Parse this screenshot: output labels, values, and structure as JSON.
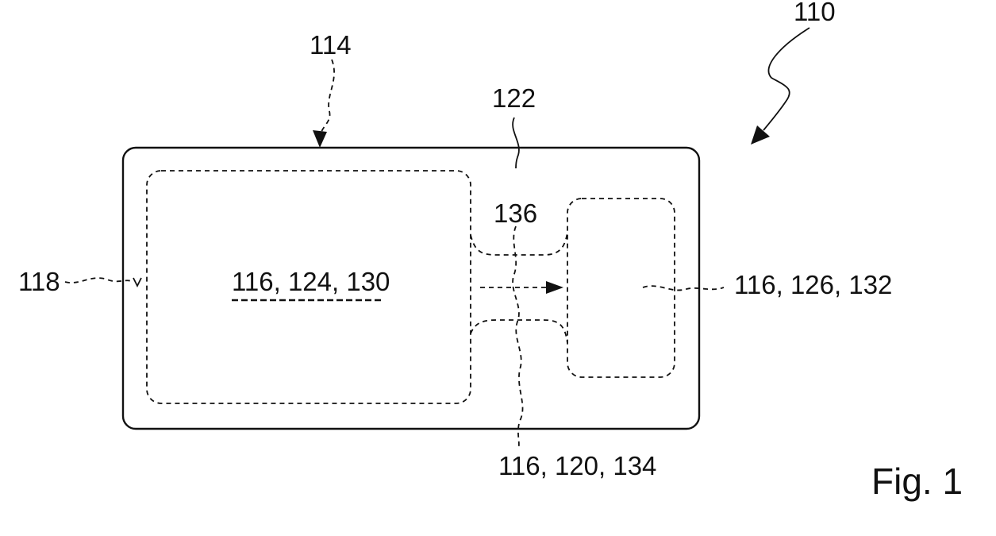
{
  "figure": {
    "caption": "Fig. 1",
    "labels": {
      "device": "110",
      "housing": "114",
      "edge": "118",
      "body": "122",
      "channel": "136",
      "left_chamber": "116, 124, 130",
      "right_chamber": "116, 126, 132",
      "channel_ref": "116, 120, 134"
    }
  }
}
